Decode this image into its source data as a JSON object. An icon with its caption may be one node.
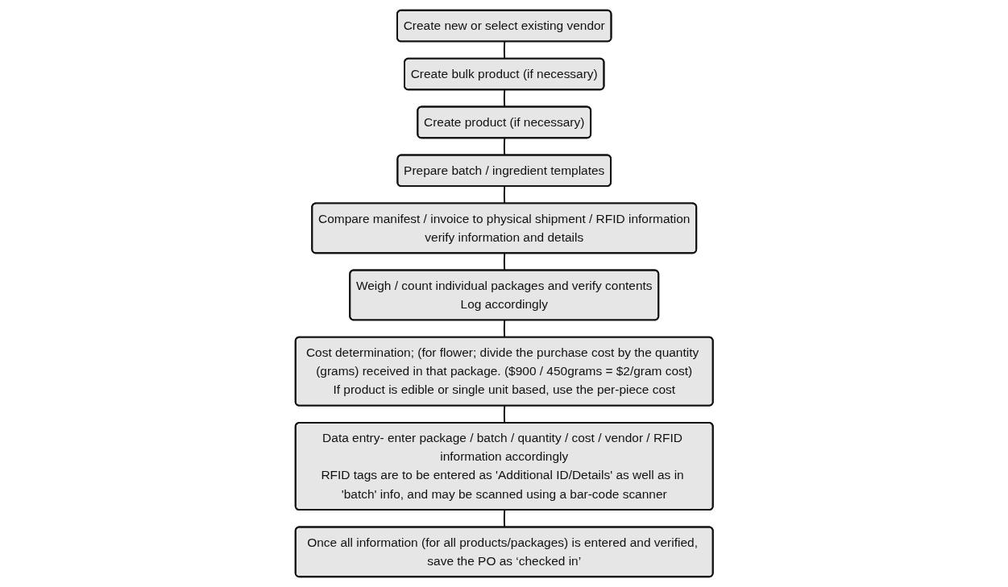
{
  "diagram": {
    "nodes": [
      {
        "text": [
          "Create new or select existing vendor"
        ]
      },
      {
        "text": [
          "Create bulk product (if necessary)"
        ]
      },
      {
        "text": [
          "Create product (if necessary)"
        ]
      },
      {
        "text": [
          "Prepare batch / ingredient templates"
        ]
      },
      {
        "text": [
          "Compare manifest / invoice to physical shipment / RFID information",
          "verify information and details"
        ]
      },
      {
        "text": [
          "Weigh / count individual packages and verify contents",
          "Log accordingly"
        ]
      },
      {
        "text": [
          "Cost determination; (for flower; divide the purchase cost by the quantity (grams) received in that package. ($900 / 450grams = $2/gram cost)",
          "If product is edible or single unit based, use the per-piece cost"
        ]
      },
      {
        "text": [
          "Data entry- enter package / batch / quantity / cost / vendor / RFID information accordingly",
          "RFID tags are to be entered as 'Additional ID/Details' as well as in 'batch' info, and may be scanned using a bar-code scanner"
        ]
      },
      {
        "text": [
          "Once all information (for all products/packages) is entered and verified, save the PO as ‘checked in’"
        ]
      }
    ],
    "edges": [
      {
        "from": 0,
        "to": 1,
        "arrow": "none"
      },
      {
        "from": 1,
        "to": 2,
        "arrow": "none"
      },
      {
        "from": 2,
        "to": 3,
        "arrow": "none"
      },
      {
        "from": 3,
        "to": 4,
        "arrow": "none"
      },
      {
        "from": 4,
        "to": 5,
        "arrow": "none"
      },
      {
        "from": 5,
        "to": 6,
        "arrow": "none"
      },
      {
        "from": 6,
        "to": 7,
        "arrow": "none"
      },
      {
        "from": 7,
        "to": 8,
        "arrow": "none"
      }
    ]
  }
}
